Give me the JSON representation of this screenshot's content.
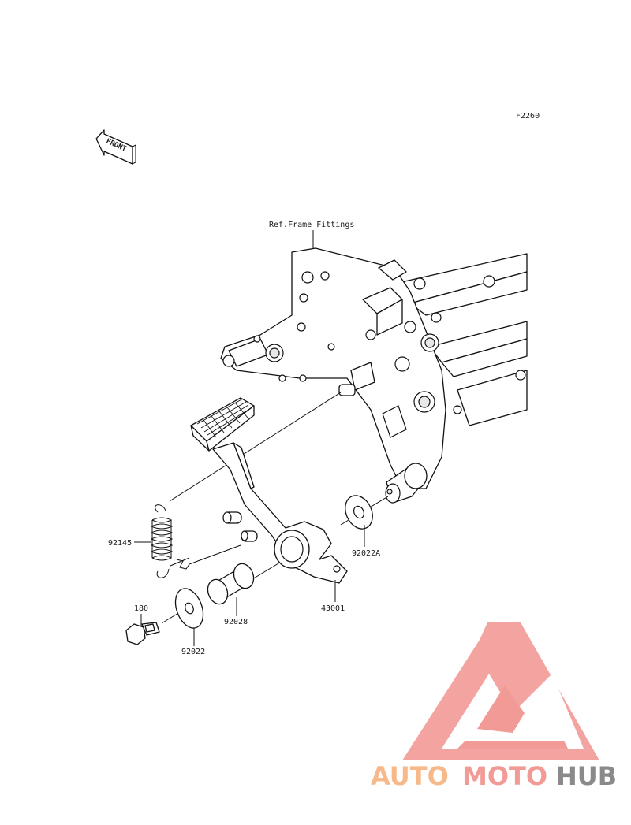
{
  "diagram": {
    "code": "F2260",
    "front_label": "FRONT",
    "ref_label": "Ref.Frame Fittings",
    "parts": [
      {
        "id": "92145"
      },
      {
        "id": "92022A"
      },
      {
        "id": "43001"
      },
      {
        "id": "180"
      },
      {
        "id": "92028"
      },
      {
        "id": "92022"
      }
    ]
  },
  "watermark": {
    "part1": "AUTO",
    "part2": "MOTO",
    "part3": "HUB",
    "colors": {
      "auto": "#f7b98a",
      "moto": "#f29a96",
      "hub": "#8a8a8a",
      "triangle": "#f29a96"
    }
  }
}
